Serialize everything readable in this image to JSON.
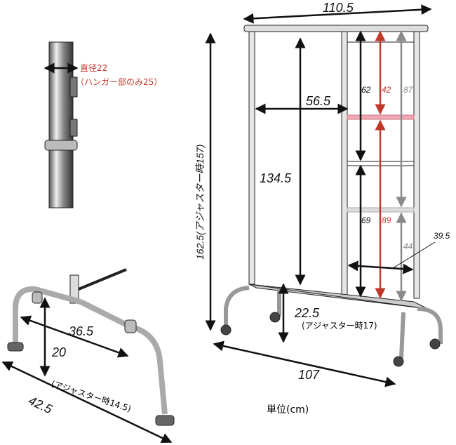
{
  "detail_pipe": {
    "diameter_label": "直径22",
    "hanger_note": "（ハンガー部のみ25）"
  },
  "rack": {
    "width_top": "110.5",
    "total_height": "162.5(アジャスター時157)",
    "inner_width": "56.5",
    "hang_height": "134.5",
    "shelf_upper_inner": "62",
    "shelf_upper_mid": "42",
    "shelf_upper_outer": "87",
    "shelf_lower_inner": "69",
    "shelf_lower_mid": "89",
    "shelf_lower_outer": "44",
    "shelf_width": "39.5",
    "base_height": "22.5",
    "base_height_note": "(アジャスター時17)",
    "depth": "107"
  },
  "base_detail": {
    "inner_span": "36.5",
    "height": "20",
    "height_note": "(アジャスター時14.5)",
    "outer_span": "42.5"
  },
  "unit_label": "単位(cm)",
  "colors": {
    "accent_red": "#c0392b",
    "gray": "#8a8a8a",
    "pink_shelf": "#f2a8b8",
    "line": "#111111"
  }
}
